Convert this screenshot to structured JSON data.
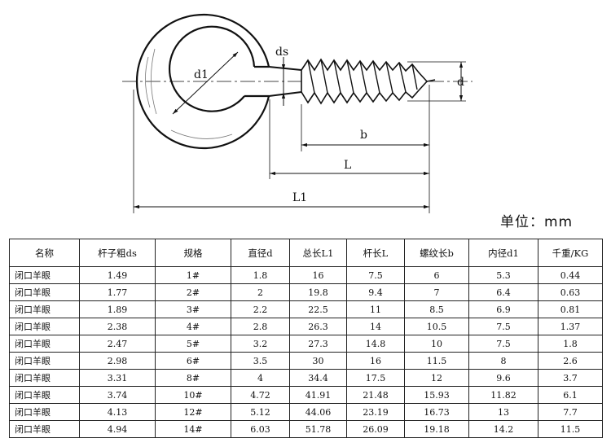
{
  "diagram": {
    "labels": {
      "ds": "ds",
      "d1": "d1",
      "d": "d",
      "b": "b",
      "L": "L",
      "L1": "L1"
    }
  },
  "unit_label": "单位：mm",
  "table": {
    "headers": [
      "名称",
      "杆子粗ds",
      "规格",
      "直径d",
      "总长L1",
      "杆长L",
      "螺纹长b",
      "内径d1",
      "千重/KG"
    ],
    "rows": [
      [
        "闭口羊眼",
        "1.49",
        "1#",
        "1.8",
        "16",
        "7.5",
        "6",
        "5.3",
        "0.44"
      ],
      [
        "闭口羊眼",
        "1.77",
        "2#",
        "2",
        "19.8",
        "9.4",
        "7",
        "6.4",
        "0.63"
      ],
      [
        "闭口羊眼",
        "1.89",
        "3#",
        "2.2",
        "22.5",
        "11",
        "8.5",
        "6.9",
        "0.81"
      ],
      [
        "闭口羊眼",
        "2.38",
        "4#",
        "2.8",
        "26.3",
        "14",
        "10.5",
        "7.5",
        "1.37"
      ],
      [
        "闭口羊眼",
        "2.47",
        "5#",
        "3.2",
        "27.3",
        "14.8",
        "10",
        "7.5",
        "1.8"
      ],
      [
        "闭口羊眼",
        "2.98",
        "6#",
        "3.5",
        "30",
        "16",
        "11.5",
        "8",
        "2.6"
      ],
      [
        "闭口羊眼",
        "3.31",
        "8#",
        "4",
        "34.4",
        "17.5",
        "12",
        "9.6",
        "3.7"
      ],
      [
        "闭口羊眼",
        "3.74",
        "10#",
        "4.72",
        "41.91",
        "21.48",
        "15.93",
        "11.82",
        "6.1"
      ],
      [
        "闭口羊眼",
        "4.13",
        "12#",
        "5.12",
        "44.06",
        "23.19",
        "16.73",
        "13",
        "7.7"
      ],
      [
        "闭口羊眼",
        "4.94",
        "14#",
        "6.03",
        "51.78",
        "26.09",
        "19.18",
        "14.2",
        "11.5"
      ]
    ]
  }
}
